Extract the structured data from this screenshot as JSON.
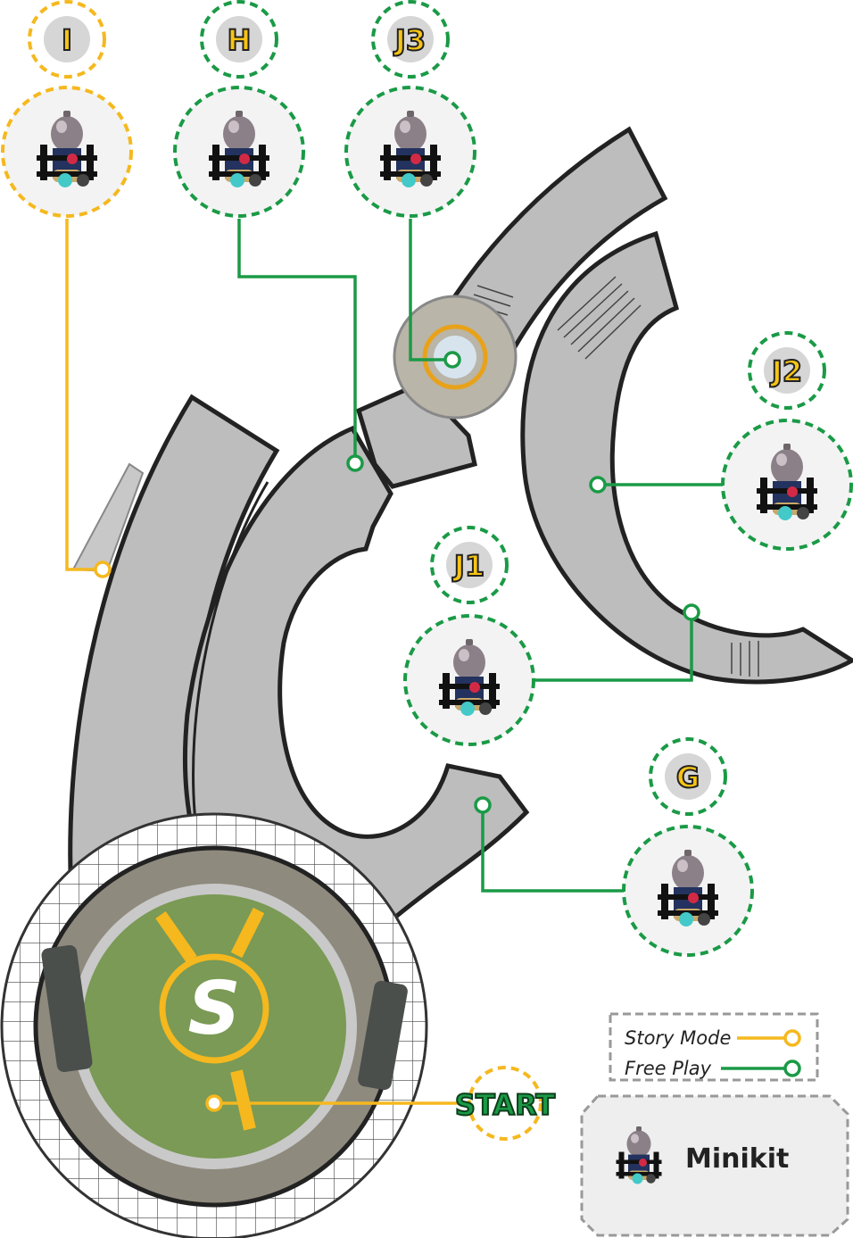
{
  "legend": {
    "story_mode": "Story Mode",
    "free_play": "Free Play",
    "item_label": "Minikit"
  },
  "start": {
    "label": "START",
    "hub_letter": "S"
  },
  "markers": [
    {
      "id": "I",
      "label": "I",
      "mode": "story",
      "icon": "minikit-icon"
    },
    {
      "id": "H",
      "label": "H",
      "mode": "free",
      "icon": "minikit-icon"
    },
    {
      "id": "J3",
      "label": "J3",
      "mode": "free",
      "icon": "minikit-icon"
    },
    {
      "id": "J2",
      "label": "J2",
      "mode": "free",
      "icon": "minikit-icon"
    },
    {
      "id": "J1",
      "label": "J1",
      "mode": "free",
      "icon": "minikit-icon"
    },
    {
      "id": "G",
      "label": "G",
      "mode": "free",
      "icon": "minikit-icon"
    }
  ],
  "colors": {
    "story": "#f5b81e",
    "free": "#1a9a46",
    "walkway": "#bdbdbd",
    "outline": "#222222",
    "hub_ring": "#8f8a7e",
    "hub_center": "#7a9a55",
    "label_fill": "#f7c415"
  }
}
